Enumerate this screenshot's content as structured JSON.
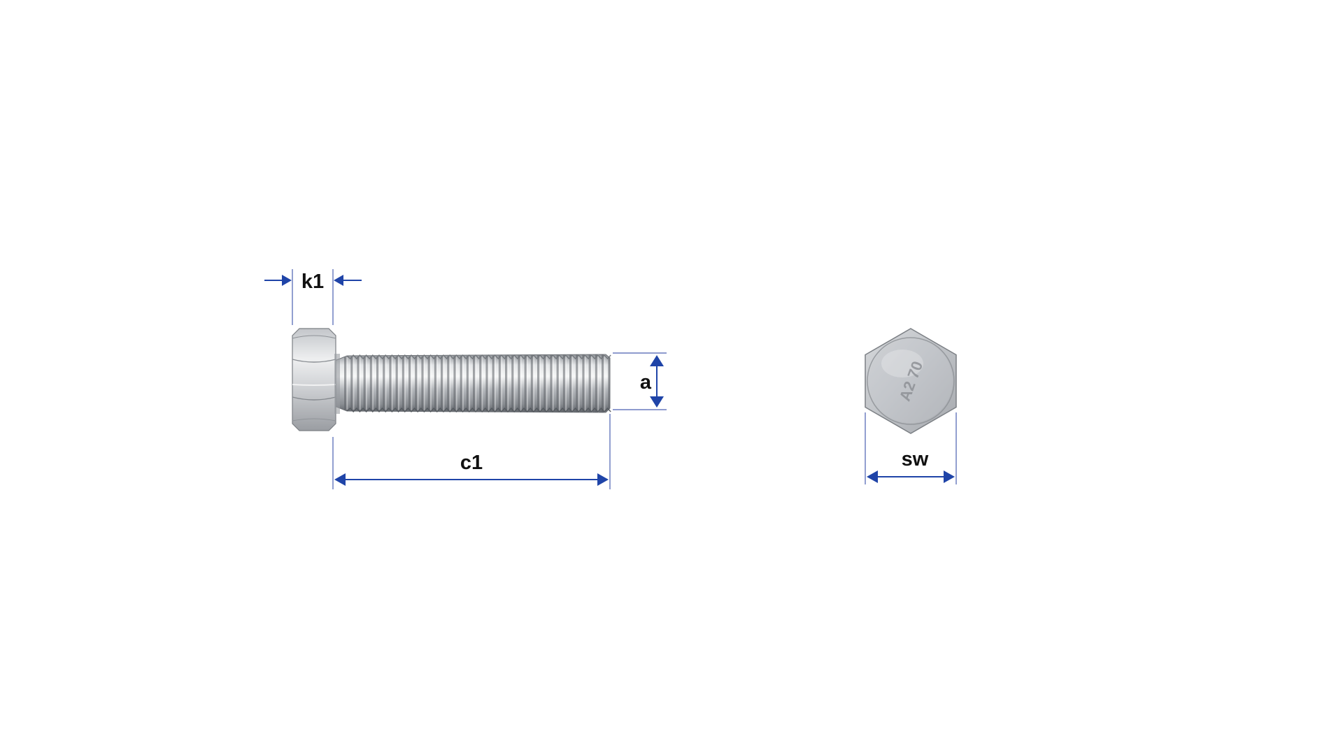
{
  "labels": {
    "head_height": "k1",
    "thread_length": "c1",
    "thread_diameter": "a",
    "wrench_size": "sw"
  },
  "head_marking": "A2 70",
  "colors": {
    "dimension_blue": "#1f44a8",
    "extension_line": "#4a5fb0",
    "steel_light": "#e9eaeb",
    "steel_mid": "#b9bcc0",
    "steel_dark": "#6e7277",
    "background": "#ffffff"
  }
}
